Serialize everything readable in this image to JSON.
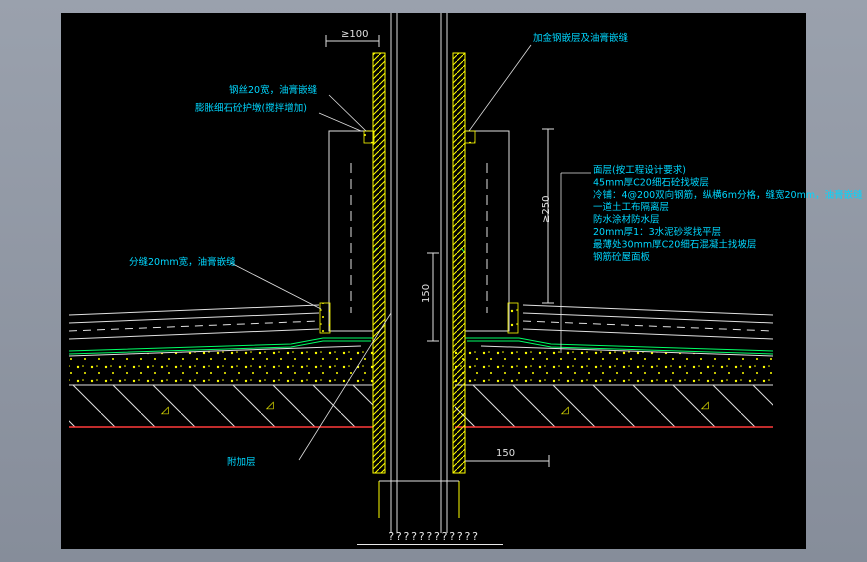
{
  "colors": {
    "background": "#000000",
    "annotation": "#00d7ff",
    "pipe": "#ffff00",
    "layer": "#e0e0e0",
    "membrane": "#00ff66",
    "base_line": "#ff3b3b",
    "frame": "#8f96a3"
  },
  "dimensions": {
    "top_gap": "≥100",
    "height_250": "≥250",
    "sleeve_150": "150",
    "bottom_150": "150"
  },
  "labels": {
    "top_left_1": "钢丝20宽，油膏嵌缝",
    "top_left_2": "膨胀细石砼护墩(搅拌增加)",
    "top_right": "加金钢嵌层及油膏嵌缝",
    "joint_left": "分缝20mm宽，油膏嵌缝",
    "additional_layer": "附加层"
  },
  "layers": [
    "面层(按工程设计要求)",
    "45mm厚C20细石砼找坡层",
    "冷铺：4@200双向钢筋，纵横6m分格，缝宽20mm，油膏嵌缝",
    "一道土工布隔离层",
    "防水涂材防水层",
    "20mm厚1：3水泥砂浆找平层",
    "最薄处30mm厚C20细石混凝土找坡层",
    "钢筋砼屋面板"
  ],
  "caption": "????????????"
}
